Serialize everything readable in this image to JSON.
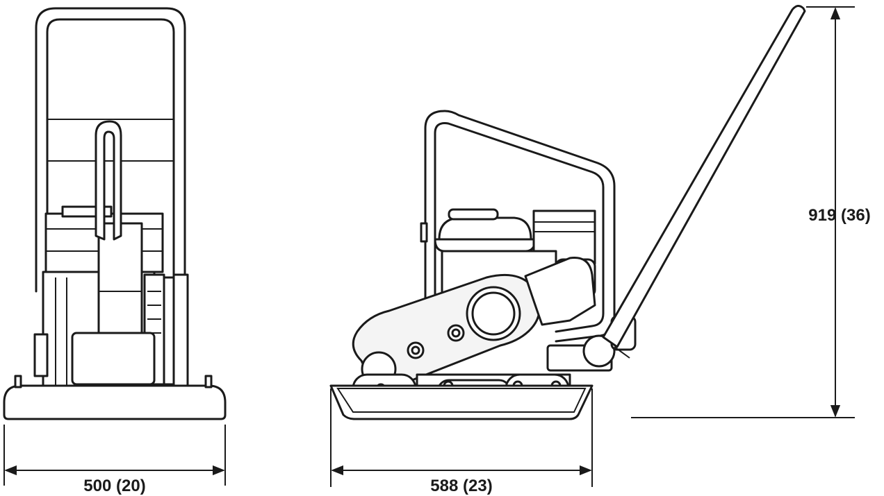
{
  "dimensions": {
    "front_width": "500 (20)",
    "side_length": "588 (23)",
    "height": "919 (36)"
  }
}
